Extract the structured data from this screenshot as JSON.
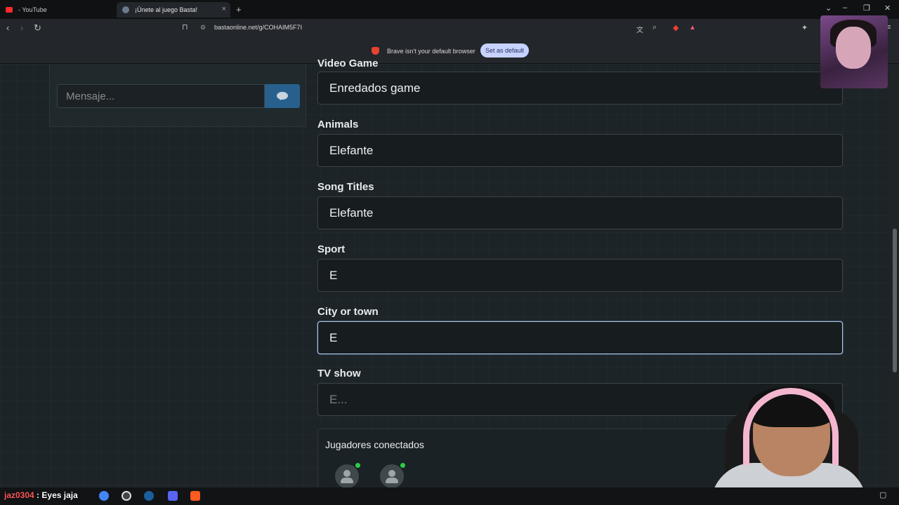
{
  "browser": {
    "tabs": [
      {
        "title": "- YouTube",
        "active": false
      },
      {
        "title": "¡Únete al juego Basta!",
        "active": true
      }
    ],
    "url": "bastaonline.net/g/COHAIM5F7I",
    "infobar": {
      "message": "Brave isn't your default browser",
      "button": "Set as default"
    }
  },
  "chat": {
    "placeholder": "Mensaje..."
  },
  "fields": [
    {
      "label": "Video Game",
      "value": "Enredados game",
      "placeholder": ""
    },
    {
      "label": "Animals",
      "value": "Elefante",
      "placeholder": ""
    },
    {
      "label": "Song Titles",
      "value": "Elefante",
      "placeholder": ""
    },
    {
      "label": "Sport",
      "value": "E",
      "placeholder": ""
    },
    {
      "label": "City or town",
      "value": "E",
      "placeholder": ""
    },
    {
      "label": "TV show",
      "value": "",
      "placeholder": "E..."
    }
  ],
  "players": {
    "title": "Jugadores conectados",
    "count": 2
  },
  "stream_chat": {
    "user": "jaz0304",
    "message": "Eyes jaja"
  },
  "colors": {
    "page_bg": "#1d2427",
    "accent_button": "#27608d",
    "online_dot": "#2ecc40"
  }
}
